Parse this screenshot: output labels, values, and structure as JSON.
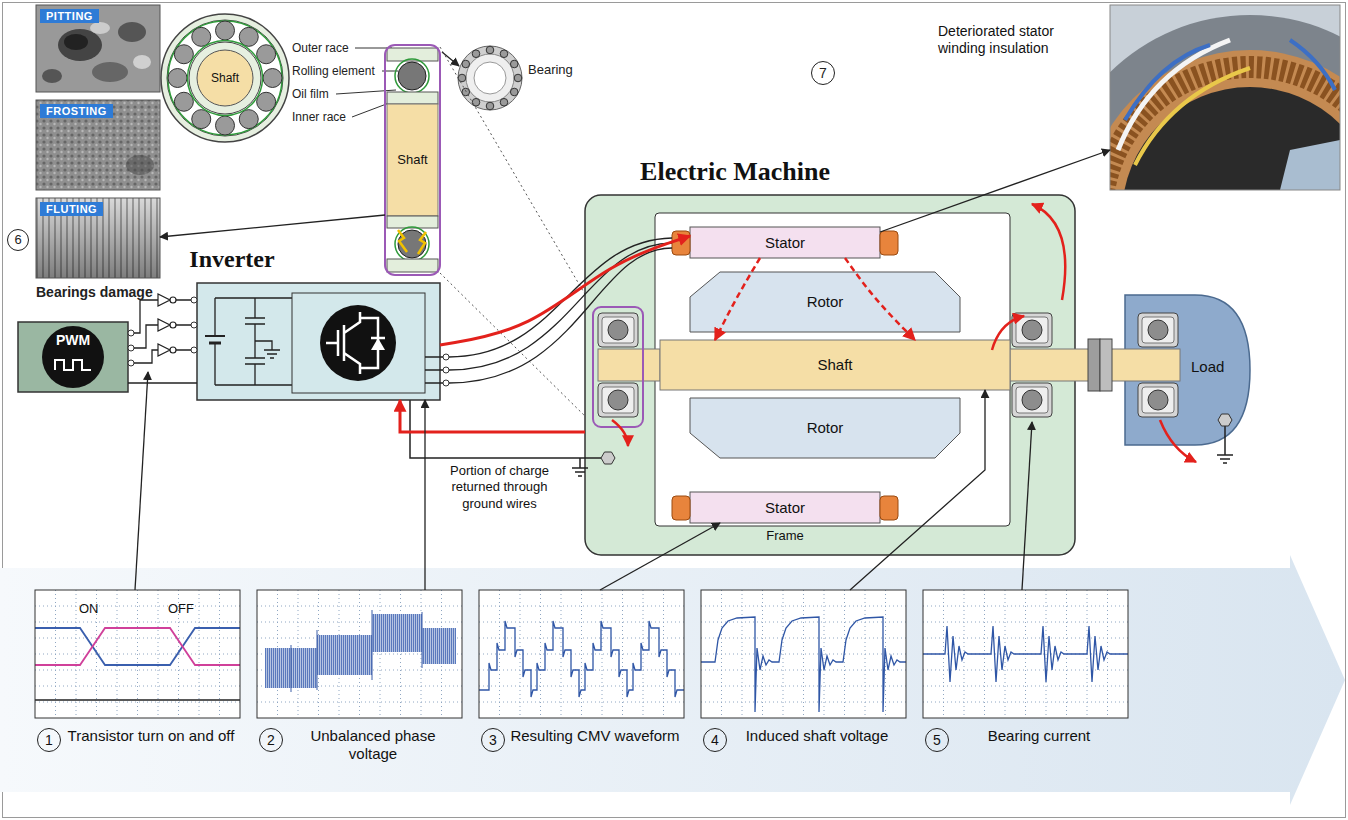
{
  "diagram": {
    "nodes": [
      {
        "text": [
          "PITTING"
        ]
      },
      {
        "text": [
          "FROSTING"
        ]
      },
      {
        "text": [
          "FLUTING"
        ]
      },
      {
        "text": [
          "Shaft"
        ]
      },
      {
        "text": [
          "Shaft"
        ]
      },
      {
        "text": [
          "Deteriorated stator winding insulation"
        ]
      },
      {
        "text": [
          "Electric Machine",
          "Frame"
        ]
      },
      {
        "text": [
          "Stator"
        ],
        "in": 6
      },
      {
        "text": [
          "Rotor"
        ],
        "in": 6
      },
      {
        "text": [
          "Shaft"
        ],
        "in": 6
      },
      {
        "text": [
          "Rotor"
        ],
        "in": 6
      },
      {
        "text": [
          "Stator"
        ],
        "in": 6
      },
      {
        "text": [
          "Inverter"
        ]
      },
      {
        "text": [
          "PWM"
        ]
      },
      {
        "text": [
          "Load"
        ]
      },
      {
        "text": [
          "ON",
          "OFF",
          "1",
          "Transistor turn on and off"
        ]
      },
      {
        "text": [
          "2",
          "Unbalanced phase voltage"
        ]
      },
      {
        "text": [
          "3",
          "Resulting CMV waveform"
        ]
      },
      {
        "text": [
          "4",
          "Induced shaft voltage"
        ]
      },
      {
        "text": [
          "5",
          "Bearing current"
        ]
      }
    ],
    "edges": [
      {
        "from": 12,
        "to": 7,
        "arrow": "to"
      },
      {
        "from": 6,
        "to": 12,
        "arrow": "to",
        "label": "Portion of charge returned through ground wires"
      },
      {
        "from": 13,
        "to": 12,
        "arrow": "none"
      },
      {
        "from": 16,
        "to": 12,
        "arrow": "to"
      },
      {
        "from": 17,
        "to": 11,
        "arrow": "to"
      },
      {
        "from": 18,
        "to": 9,
        "arrow": "to"
      },
      {
        "from": 7,
        "to": 5,
        "arrow": "to"
      },
      {
        "from": 4,
        "to": 2,
        "arrow": "to"
      },
      {
        "from": 7,
        "to": 9,
        "arrow": "to"
      },
      {
        "from": 7,
        "to": 9,
        "arrow": "to"
      }
    ],
    "labels": [
      "6",
      "Bearings damage",
      "Outer race",
      "Rolling element",
      "Oil film",
      "Inner race",
      "Bearing",
      "7"
    ]
  }
}
